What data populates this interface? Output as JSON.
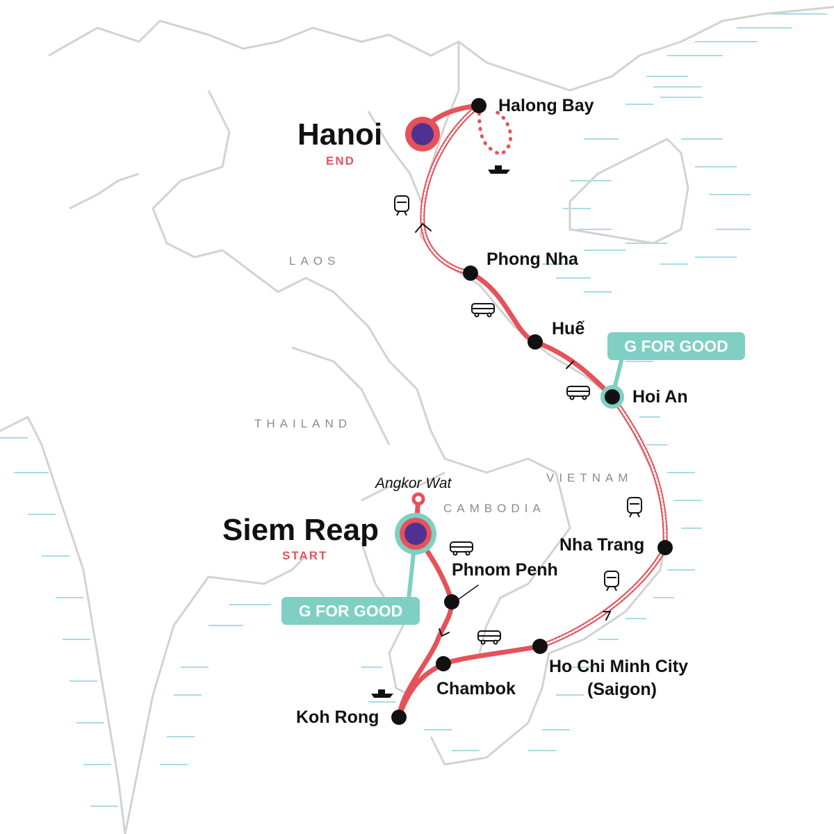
{
  "colors": {
    "route": "#e5525a",
    "marker": "#4f3192",
    "gforgood": "#7fcfc3",
    "border": "#d2d2d2",
    "water": "#a9dbe2"
  },
  "cities": {
    "hanoi": {
      "name": "Hanoi",
      "tag": "END"
    },
    "siem_reap": {
      "name": "Siem Reap",
      "tag": "START"
    },
    "halong": "Halong Bay",
    "phong_nha": "Phong Nha",
    "hue": "Huế",
    "hoi_an": "Hoi An",
    "nha_trang": "Nha Trang",
    "hcmc": "Ho Chi Minh City",
    "hcmc_alt": "(Saigon)",
    "phnom_penh": "Phnom Penh",
    "chambok": "Chambok",
    "koh_rong": "Koh Rong",
    "angkor": "Angkor Wat"
  },
  "countries": {
    "laos": "LAOS",
    "thailand": "THAILAND",
    "vietnam": "VIETNAM",
    "cambodia": "CAMBODIA"
  },
  "badges": {
    "hoi_an": "G FOR GOOD",
    "siem_reap": "G FOR GOOD"
  },
  "icons": [
    "train-icon",
    "bus-icon",
    "boat-icon"
  ]
}
